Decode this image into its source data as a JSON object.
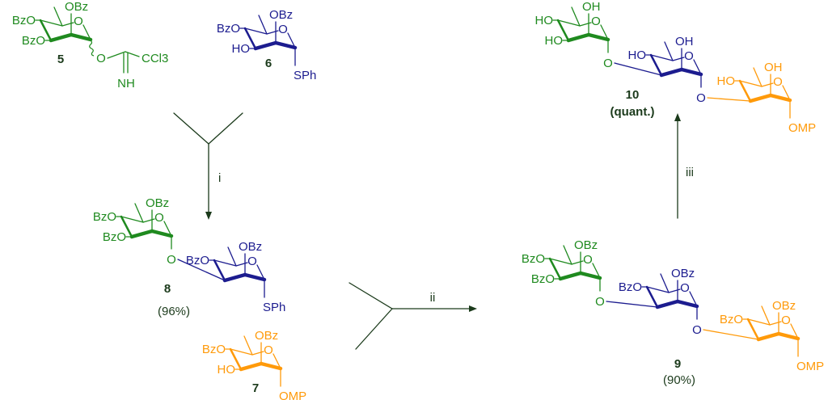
{
  "colors": {
    "green": "#1f8a1f",
    "blue": "#1c1c8f",
    "orange": "#ff9a0a",
    "arrow": "#1b3a1b"
  },
  "compounds": {
    "c5": {
      "label": "5",
      "c4": "BzO",
      "c3": "BzO",
      "c2": "OBz",
      "ring_o": "O",
      "imidate_o": "O",
      "ccl3": "CCl3",
      "nh": "NH"
    },
    "c6": {
      "label": "6",
      "c4": "BzO",
      "c3": "HO",
      "c2": "OBz",
      "ring_o": "O",
      "c1": "SPh"
    },
    "c8": {
      "label": "8",
      "yield": "(96%)",
      "green": {
        "c4": "BzO",
        "c3": "BzO",
        "c2": "OBz",
        "ring_o": "O",
        "link_o": "O"
      },
      "blue": {
        "c4": "BzO",
        "c2": "OBz",
        "ring_o": "O",
        "c1": "SPh"
      }
    },
    "c7": {
      "label": "7",
      "c4": "BzO",
      "c3": "HO",
      "c2": "OBz",
      "ring_o": "O",
      "c1": "OMP"
    },
    "c9": {
      "label": "9",
      "yield": "(90%)",
      "green": {
        "c4": "BzO",
        "c3": "BzO",
        "c2": "OBz",
        "ring_o": "O",
        "link_o": "O"
      },
      "blue": {
        "c4": "BzO",
        "c2": "OBz",
        "ring_o": "O",
        "link_o": "O"
      },
      "orange": {
        "c4": "BzO",
        "c2": "OBz",
        "ring_o": "O",
        "c1": "OMP"
      }
    },
    "c10": {
      "label": "10",
      "yield": "(quant.)",
      "green": {
        "c4": "HO",
        "c3": "HO",
        "c2": "OH",
        "ring_o": "O",
        "link_o": "O"
      },
      "blue": {
        "c4": "HO",
        "c2": "OH",
        "ring_o": "O",
        "link_o": "O"
      },
      "orange": {
        "c4": "HO",
        "c2": "OH",
        "ring_o": "O",
        "c1": "OMP"
      }
    }
  },
  "steps": {
    "i": "i",
    "ii": "ii",
    "iii": "iii"
  }
}
